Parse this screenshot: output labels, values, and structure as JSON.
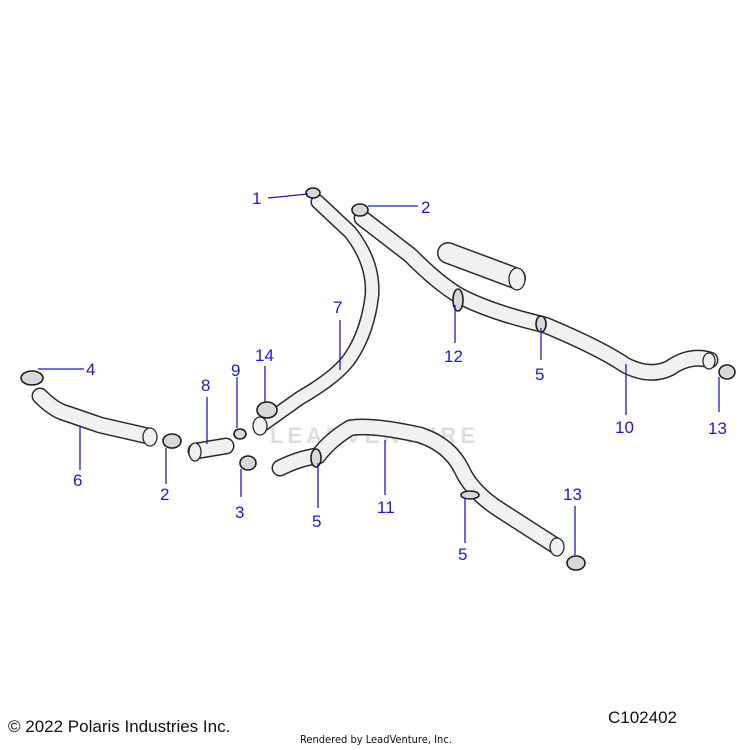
{
  "diagram": {
    "callouts": [
      {
        "id": "c1",
        "label": "1"
      },
      {
        "id": "c2a",
        "label": "2"
      },
      {
        "id": "c2b",
        "label": "2"
      },
      {
        "id": "c3",
        "label": "3"
      },
      {
        "id": "c4",
        "label": "4"
      },
      {
        "id": "c5a",
        "label": "5"
      },
      {
        "id": "c5b",
        "label": "5"
      },
      {
        "id": "c5c",
        "label": "5"
      },
      {
        "id": "c6",
        "label": "6"
      },
      {
        "id": "c7",
        "label": "7"
      },
      {
        "id": "c8",
        "label": "8"
      },
      {
        "id": "c9",
        "label": "9"
      },
      {
        "id": "c10",
        "label": "10"
      },
      {
        "id": "c11",
        "label": "11"
      },
      {
        "id": "c12",
        "label": "12"
      },
      {
        "id": "c13a",
        "label": "13"
      },
      {
        "id": "c13b",
        "label": "13"
      },
      {
        "id": "c14",
        "label": "14"
      }
    ],
    "callout_color": "#1a1ad6"
  },
  "footer": {
    "copyright": "© 2022 Polaris Industries Inc.",
    "rendered_by": "Rendered by LeadVenture, Inc.",
    "diagram_code": "C102402"
  },
  "watermark": {
    "text": "LEADVENTURE"
  }
}
